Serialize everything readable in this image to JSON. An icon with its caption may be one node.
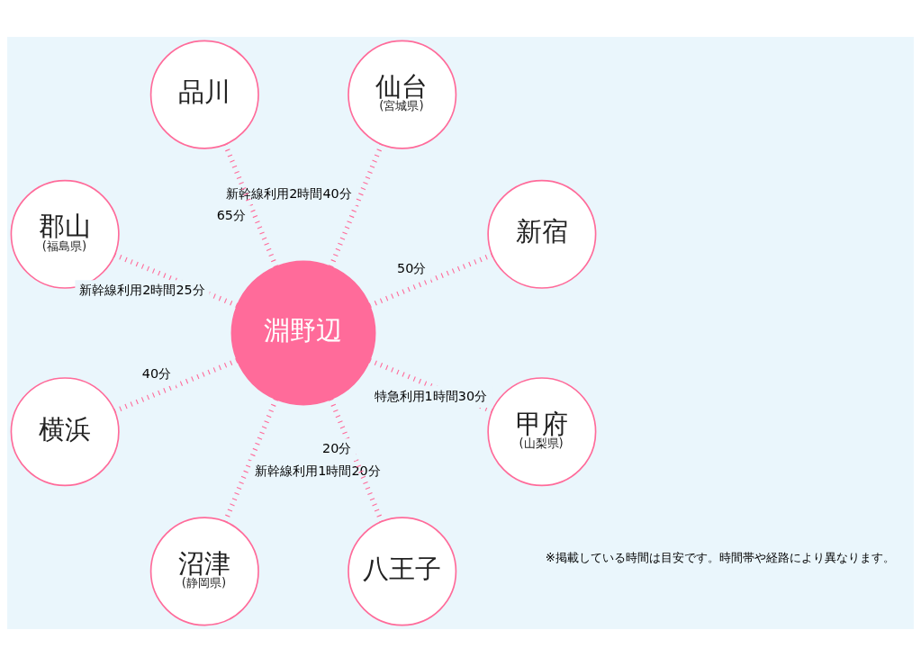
{
  "diagram": {
    "nodes": [
      {
        "text": [
          "甲府",
          "(山梨県)"
        ]
      },
      {
        "text": [
          "仙台",
          "(宮城県)"
        ]
      },
      {
        "text": [
          "新宿"
        ]
      },
      {
        "text": [
          "八王子"
        ]
      },
      {
        "text": [
          "淵野辺"
        ]
      },
      {
        "text": [
          "品川"
        ]
      },
      {
        "text": [
          "沼津",
          "(静岡県)"
        ]
      },
      {
        "text": [
          "横浜"
        ]
      },
      {
        "text": [
          "郡山",
          "(福島県)"
        ]
      }
    ],
    "edges": [
      {
        "from": 4,
        "to": 2,
        "arrow": "none",
        "style": "dashed",
        "label": "50分"
      },
      {
        "from": 4,
        "to": 1,
        "arrow": "none",
        "style": "dashed",
        "label": "新幹線利用2時間40分"
      },
      {
        "from": 4,
        "to": 5,
        "arrow": "none",
        "style": "dashed",
        "label": "65分"
      },
      {
        "from": 4,
        "to": 8,
        "arrow": "none",
        "style": "dashed",
        "label": "新幹線利用2時間25分"
      },
      {
        "from": 4,
        "to": 7,
        "arrow": "none",
        "style": "dashed",
        "label": "40分"
      },
      {
        "from": 4,
        "to": 6,
        "arrow": "none",
        "style": "dashed",
        "label": "新幹線利用1時間20分"
      },
      {
        "from": 4,
        "to": 3,
        "arrow": "none",
        "style": "dashed",
        "label": "20分"
      },
      {
        "from": 4,
        "to": 0,
        "arrow": "none",
        "style": "dashed",
        "label": "特急利用1時間30分"
      }
    ],
    "labels": [
      "※掲載している時間は目安です。時間帯や経路により異なります。"
    ]
  }
}
